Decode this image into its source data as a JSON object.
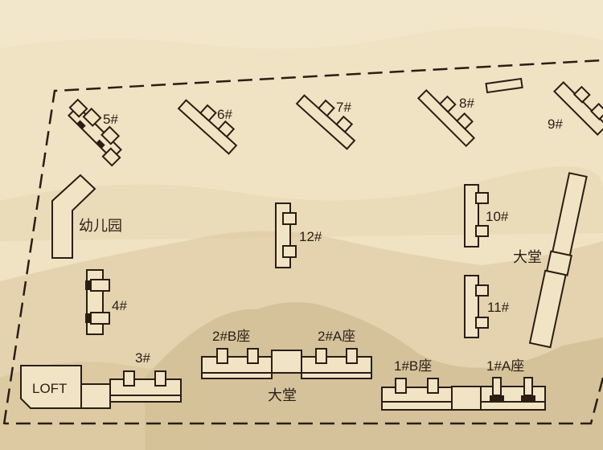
{
  "map": {
    "buildings": {
      "b5": "5#",
      "b6": "6#",
      "b7": "7#",
      "b8": "8#",
      "b9": "9#",
      "b10": "10#",
      "b11": "11#",
      "b12": "12#",
      "b4": "4#",
      "b3": "3#",
      "b2b": "2#B座",
      "b2a": "2#A座",
      "b1b": "1#B座",
      "b1a": "1#A座"
    },
    "facilities": {
      "kindergarten": "幼儿园",
      "loft": "LOFT",
      "lobby_south": "大堂",
      "lobby_east": "大堂"
    },
    "colors": {
      "background": "#efe3c3",
      "mountain": "#c9b48b",
      "ink": "#2a1e14"
    }
  }
}
